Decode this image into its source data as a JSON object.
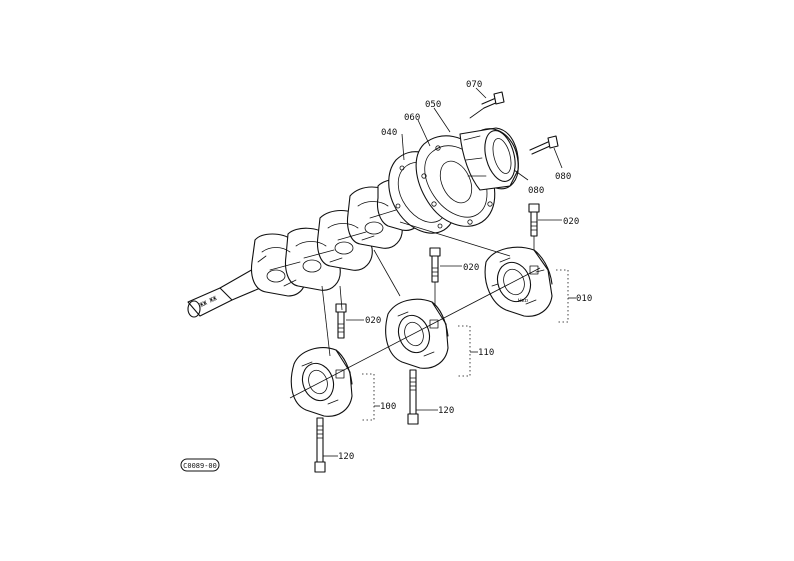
{
  "callouts": {
    "p010": "010",
    "p020a": "020",
    "p020b": "020",
    "p020c": "020",
    "p040": "040",
    "p050": "050",
    "p060": "060",
    "p070": "070",
    "p080a": "080",
    "p080b": "080",
    "p100": "100",
    "p110": "110",
    "p120a": "120",
    "p120b": "120"
  },
  "reference_code": "C0089-00",
  "crank_stamp": "ЖЖ ЖЖ"
}
